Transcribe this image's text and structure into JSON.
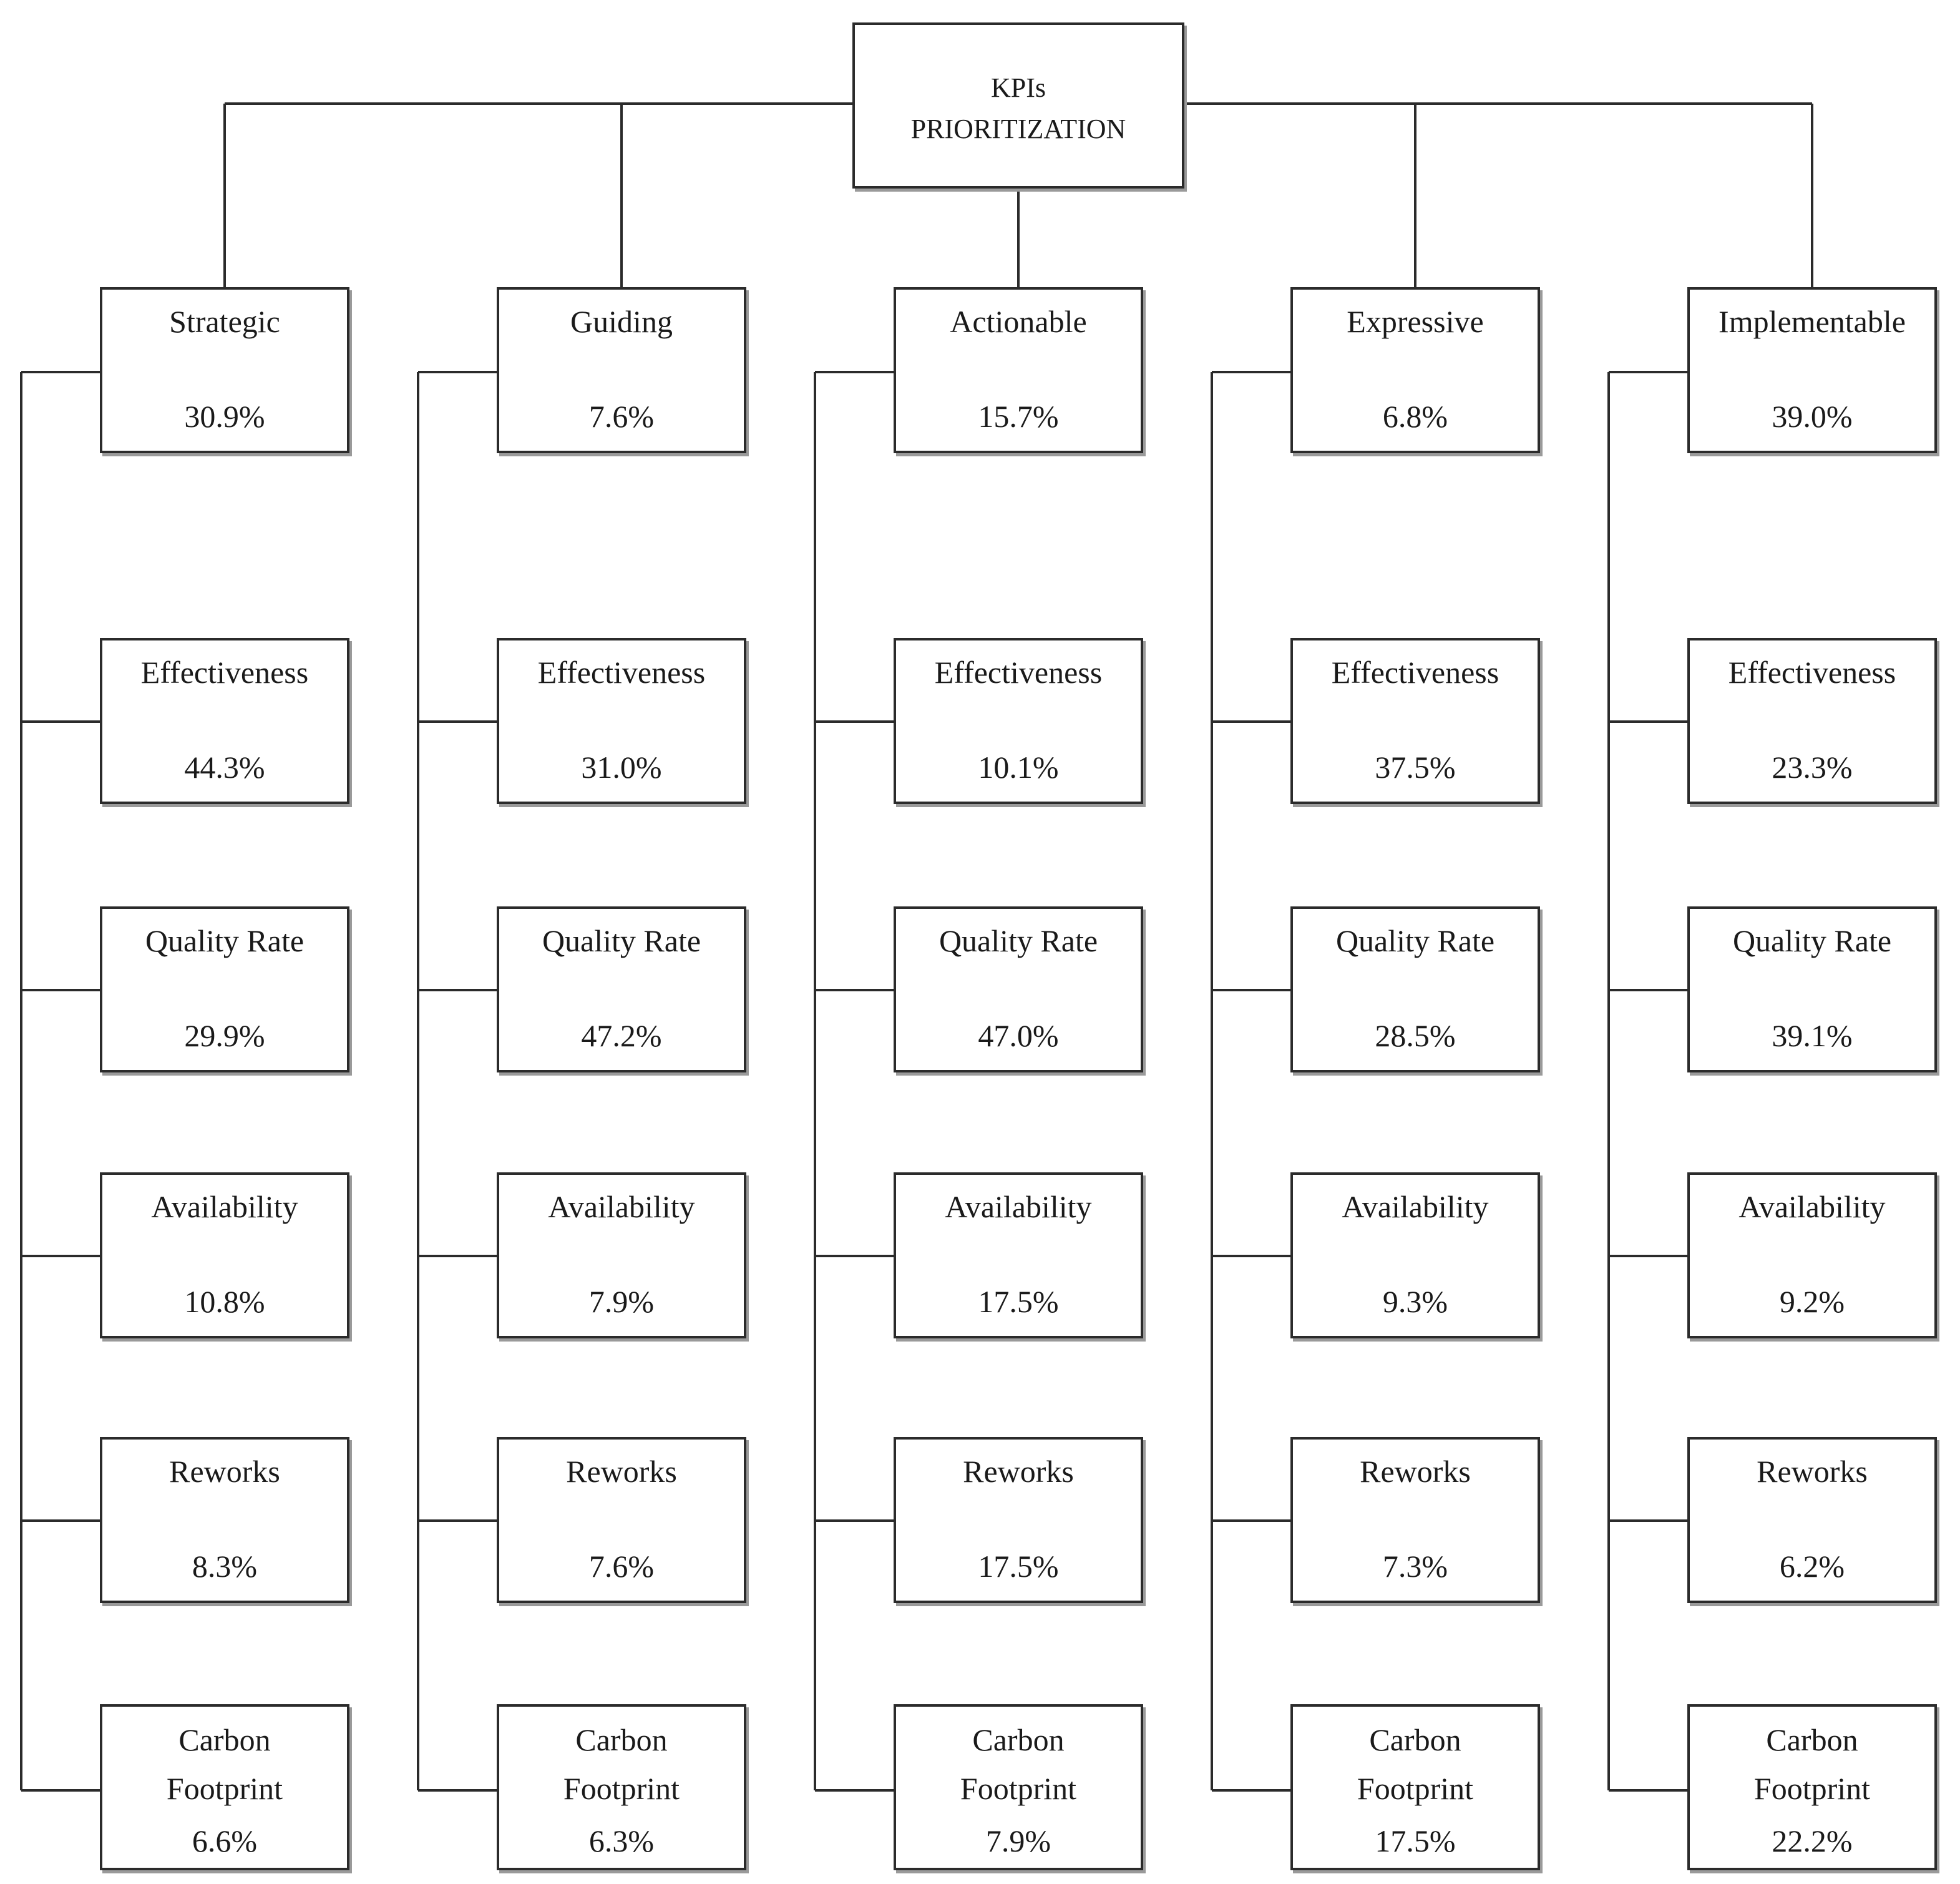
{
  "root": {
    "label": "KPIs\nPRIORITIZATION"
  },
  "criteria": [
    {
      "name": "Strategic",
      "value": "30.9%",
      "kpis": [
        {
          "name": "Effectiveness",
          "value": "44.3%"
        },
        {
          "name": "Quality Rate",
          "value": "29.9%"
        },
        {
          "name": "Availability",
          "value": "10.8%"
        },
        {
          "name": "Reworks",
          "value": "8.3%"
        },
        {
          "name": "Carbon\nFootprint",
          "value": "6.6%"
        }
      ]
    },
    {
      "name": "Guiding",
      "value": "7.6%",
      "kpis": [
        {
          "name": "Effectiveness",
          "value": "31.0%"
        },
        {
          "name": "Quality Rate",
          "value": "47.2%"
        },
        {
          "name": "Availability",
          "value": "7.9%"
        },
        {
          "name": "Reworks",
          "value": "7.6%"
        },
        {
          "name": "Carbon\nFootprint",
          "value": "6.3%"
        }
      ]
    },
    {
      "name": "Actionable",
      "value": "15.7%",
      "kpis": [
        {
          "name": "Effectiveness",
          "value": "10.1%"
        },
        {
          "name": "Quality Rate",
          "value": "47.0%"
        },
        {
          "name": "Availability",
          "value": "17.5%"
        },
        {
          "name": "Reworks",
          "value": "17.5%"
        },
        {
          "name": "Carbon\nFootprint",
          "value": "7.9%"
        }
      ]
    },
    {
      "name": "Expressive",
      "value": "6.8%",
      "kpis": [
        {
          "name": "Effectiveness",
          "value": "37.5%"
        },
        {
          "name": "Quality Rate",
          "value": "28.5%"
        },
        {
          "name": "Availability",
          "value": "9.3%"
        },
        {
          "name": "Reworks",
          "value": "7.3%"
        },
        {
          "name": "Carbon\nFootprint",
          "value": "17.5%"
        }
      ]
    },
    {
      "name": "Implementable",
      "value": "39.0%",
      "kpis": [
        {
          "name": "Effectiveness",
          "value": "23.3%"
        },
        {
          "name": "Quality Rate",
          "value": "39.1%"
        },
        {
          "name": "Availability",
          "value": "9.2%"
        },
        {
          "name": "Reworks",
          "value": "6.2%"
        },
        {
          "name": "Carbon\nFootprint",
          "value": "22.2%"
        }
      ]
    }
  ]
}
